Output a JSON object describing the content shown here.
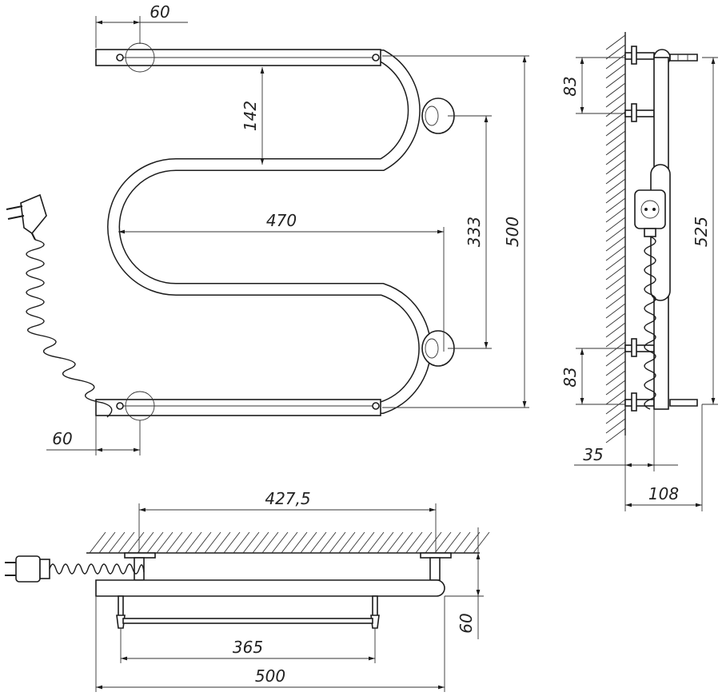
{
  "drawing": {
    "colors": {
      "line": "#1c1c1c",
      "background": "#ffffff"
    },
    "front_view": {
      "dimensions": {
        "top_offset": "60",
        "bottom_offset": "60",
        "loop_spacing": "142",
        "inner_width": "470",
        "mount_spacing": "333",
        "total_height": "500"
      }
    },
    "side_view": {
      "dimensions": {
        "upper_bracket": "83",
        "lower_bracket": "83",
        "overall_height": "525",
        "wall_offset": "35",
        "depth": "108"
      }
    },
    "top_view": {
      "dimensions": {
        "mount_spacing": "427,5",
        "bar_length": "365",
        "overall_width": "500",
        "depth": "60"
      }
    }
  }
}
